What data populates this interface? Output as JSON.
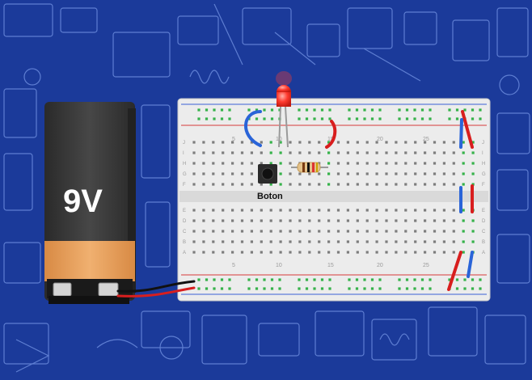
{
  "battery": {
    "label": "9V"
  },
  "button": {
    "label": "Boton"
  },
  "breadboard": {
    "column_numbers_top": [
      "5",
      "10",
      "15",
      "20",
      "25"
    ],
    "column_numbers_bottom": [
      "5",
      "10",
      "15",
      "20",
      "25"
    ],
    "row_letters_top": [
      "J",
      "I",
      "H",
      "G",
      "F"
    ],
    "row_letters_bottom": [
      "E",
      "D",
      "C",
      "B",
      "A"
    ]
  },
  "colors": {
    "background": "#1b3a9a",
    "blueprint_lines": "#6f8fe0",
    "breadboard": "#ececec",
    "rail_red": "#d63a3a",
    "rail_blue": "#3a5fd6",
    "wire_red": "#d81e1e",
    "wire_blue": "#2a64d8",
    "wire_black": "#111111",
    "led": "#ff3b2f",
    "battery_body": "#3a3a3a",
    "battery_label": "#e9a25a",
    "active_hole": "#36b24a"
  }
}
